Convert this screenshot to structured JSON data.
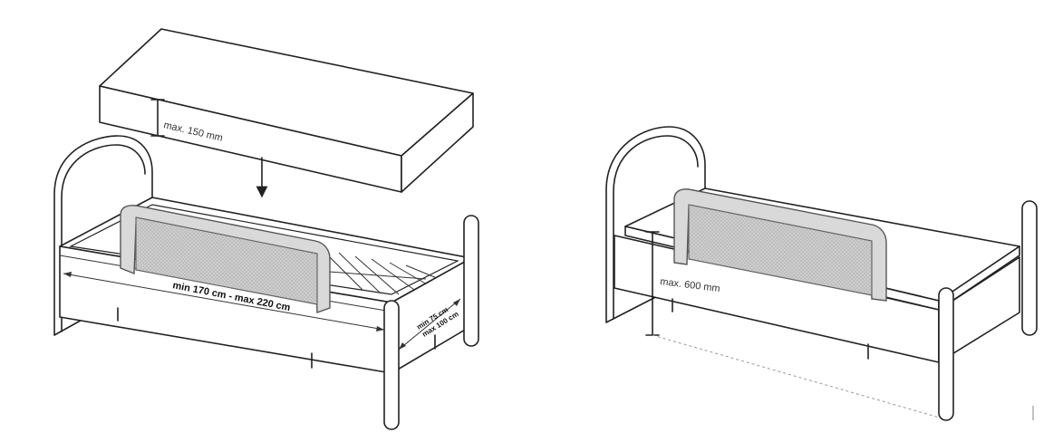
{
  "labels": {
    "mattress_height": "max. 150 mm",
    "bed_length": "min 170 cm - max 220 cm",
    "bed_width_min": "min 75 cm",
    "bed_width_max": "max 100 cm",
    "rail_height": "max. 600 mm"
  }
}
